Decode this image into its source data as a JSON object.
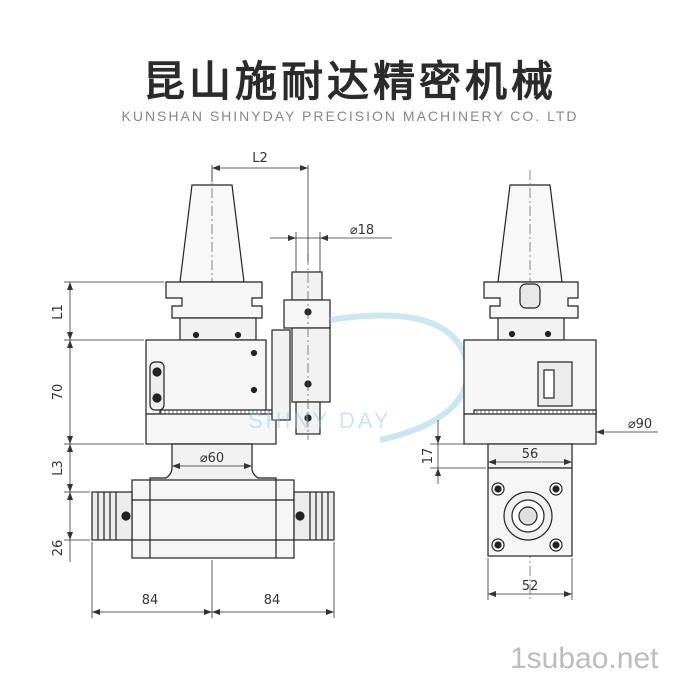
{
  "header": {
    "title": "昆山施耐达精密机械",
    "subtitle": "KUNSHAN SHINYDAY PRECISION MACHINERY CO. LTD"
  },
  "watermark": {
    "logo_text": "SHINY DAY"
  },
  "dimensions": {
    "l2": "L2",
    "d18": "⌀18",
    "l1": "L1",
    "h70": "70",
    "d60": "⌀60",
    "l3": "L3",
    "h26": "26",
    "w84_left": "84",
    "w84_right": "84",
    "d90": "⌀90",
    "h17": "17",
    "w56": "56",
    "w52": "52"
  },
  "footer": {
    "site": "1subao.net"
  },
  "colors": {
    "line": "#222222",
    "body_fill": "#f4f4f4",
    "scale_fill": "#cfcfcf",
    "watermark": "#8fc9dd"
  }
}
